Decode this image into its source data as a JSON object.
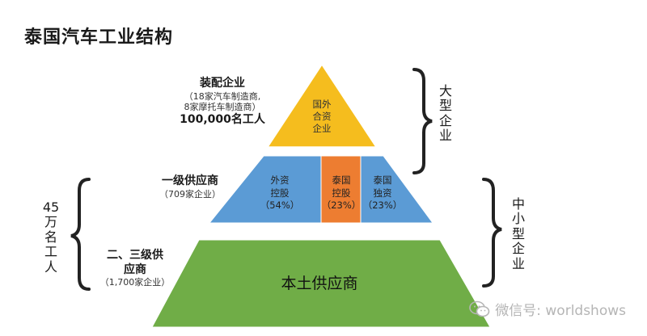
{
  "title": "泰国汽车工业结构",
  "assembly": {
    "heading": "装配企业",
    "line1": "（18家汽车制造商,",
    "line2": "8家摩托车制造商）",
    "workers": "100,000名工人",
    "triangle": [
      "国外",
      "合资",
      "企业"
    ]
  },
  "tier1": {
    "heading": "一级供应商",
    "count": "（709家企业）",
    "segments": [
      {
        "name": [
          "外资",
          "控股"
        ],
        "share": "（54%）"
      },
      {
        "name": [
          "泰国",
          "控股"
        ],
        "share": "（23%）"
      },
      {
        "name": [
          "泰国",
          "独资"
        ],
        "share": "（23%）"
      }
    ]
  },
  "tier23": {
    "heading1": "二、三级供",
    "heading2": "应商",
    "count": "（1,700家企业）",
    "band": "本土供应商"
  },
  "left_bracket": [
    "45",
    "万",
    "名",
    "工",
    "人"
  ],
  "right_top": [
    "大",
    "型",
    "企",
    "业"
  ],
  "right_bottom": [
    "中",
    "小",
    "型",
    "企",
    "业"
  ],
  "watermark": "微信号: worldshows",
  "colors": {
    "triangle": "#f5bd1e",
    "foreign": "#5b9bd5",
    "thai_controlled": "#ed7d31",
    "thai_owned": "#5b9bd5",
    "base": "#70ad47"
  }
}
